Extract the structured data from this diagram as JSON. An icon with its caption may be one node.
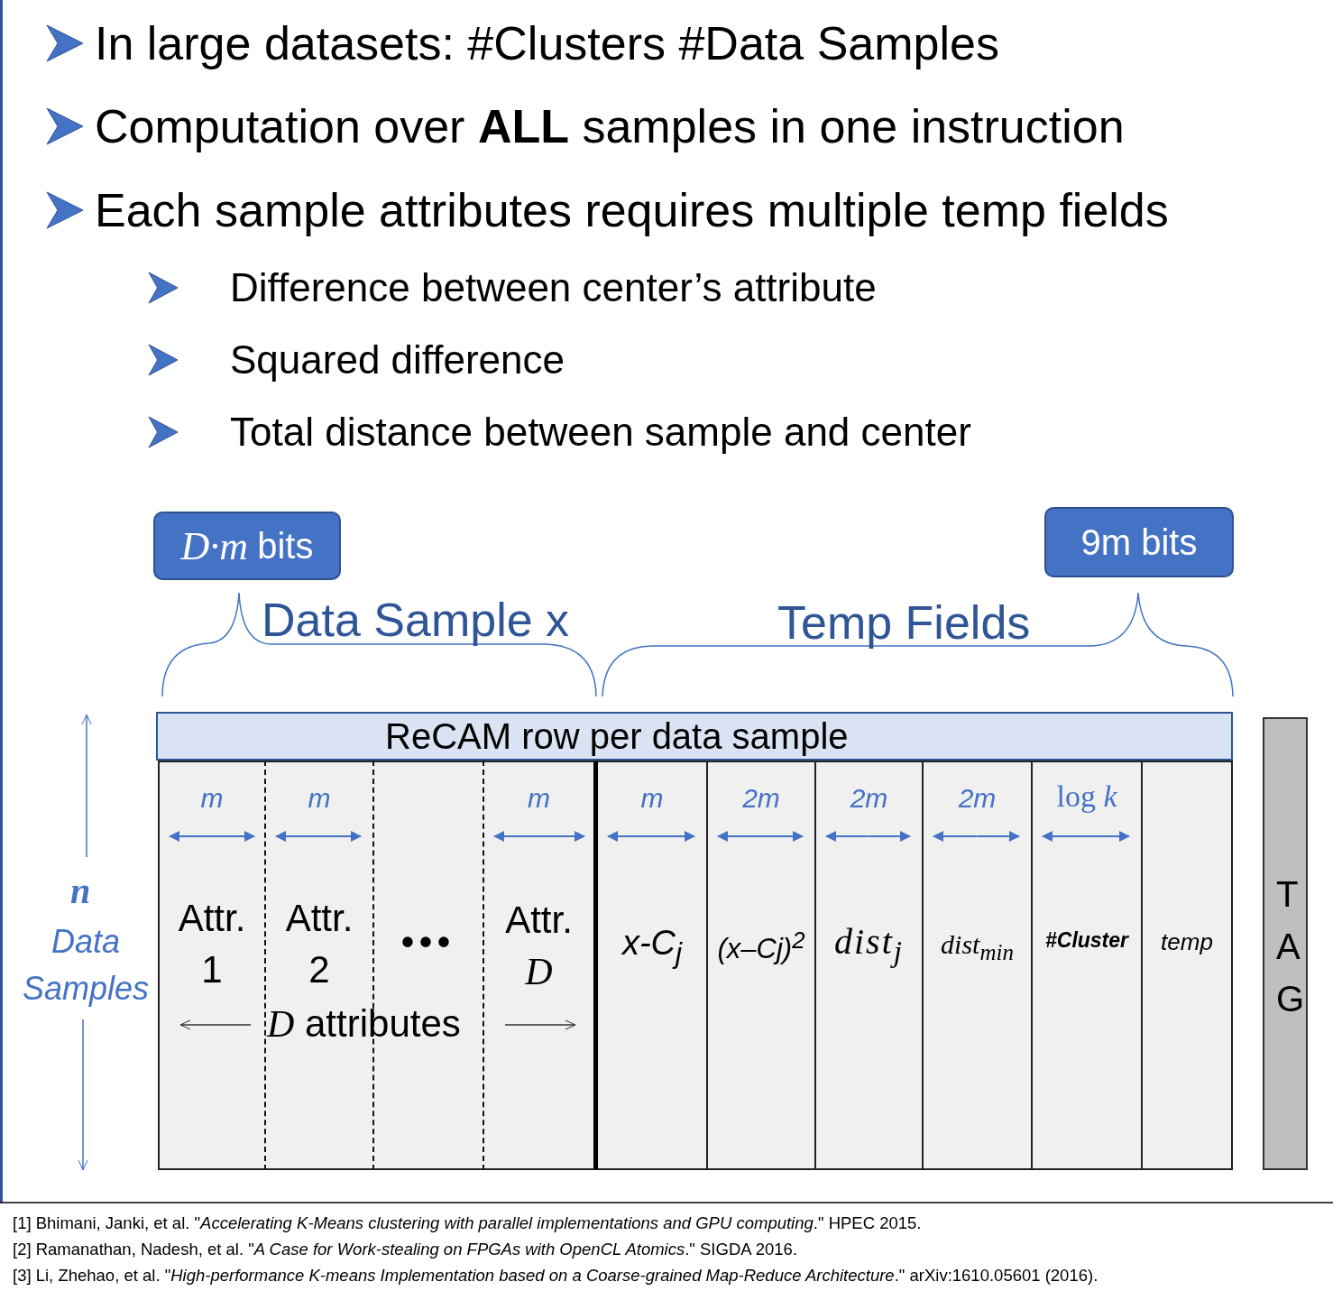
{
  "diagram": {
    "nodes": [
      {
        "text": [
          "*D·m* bits"
        ]
      },
      {
        "text": [
          "9m bits"
        ]
      },
      {
        "text": [
          "ReCAM row per data sample"
        ]
      },
      {
        "text": [
          "m",
          "Attr. 1"
        ]
      },
      {
        "text": [
          "m",
          "Attr. 2"
        ]
      },
      {
        "text": [
          "•••"
        ]
      },
      {
        "text": [
          "m",
          "Attr. *D*"
        ]
      },
      {
        "text": [
          "m",
          "x-C$_{j}$"
        ]
      },
      {
        "text": [
          "2m",
          "(x–Cj)$^{2}$"
        ]
      },
      {
        "text": [
          "2m",
          "dist$_{j}$"
        ]
      },
      {
        "text": [
          "2m",
          "dist$_{min}$"
        ]
      },
      {
        "text": [
          "log *k*",
          "#Cluster"
        ]
      },
      {
        "text": [
          "temp"
        ]
      },
      {
        "text": [
          "TAG"
        ]
      }
    ],
    "labels": [
      "In large datasets: #Clusters  #Data Samples",
      "Computation over **ALL** samples in one instruction",
      "Each sample attributes requires multiple temp fields",
      "Difference between center’s attribute",
      "Squared difference",
      "Total distance between sample and center",
      "Data Sample x",
      "Temp Fields",
      "n",
      "Data Samples",
      "*D* attributes",
      "[1] Bhimani, Janki, et al. \"*Accelerating K-Means clustering with parallel implementations and GPU computing*.\"  HPEC 2015.",
      "[2] Ramanathan, Nadesh, et al. \"*A Case for Work-stealing on FPGAs with OpenCL Atomics*.\" SIGDA 2016.",
      "[3] Li, Zhehao, et al. \"*High-performance K-means Implementation based on a Coarse-grained Map-Reduce Architecture*.\" arXiv:1610.05601 (2016)."
    ]
  }
}
